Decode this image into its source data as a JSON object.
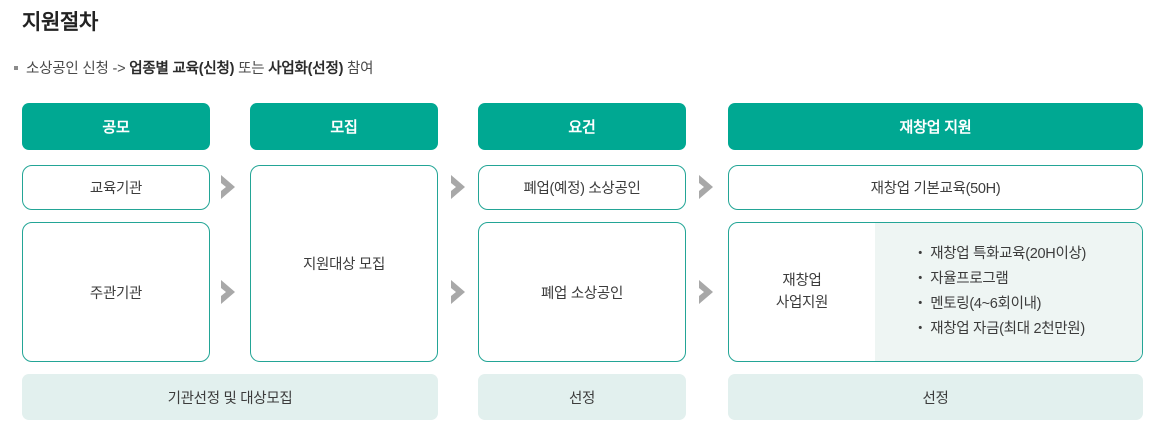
{
  "heading": {
    "title": "지원절차",
    "bullet_icon": "square-bullet-icon",
    "subtitle_part1": "소상공인 신청 -> ",
    "subtitle_strong1": "업종별 교육(신청)",
    "subtitle_part2": " 또는 ",
    "subtitle_strong2": "사업화(선정)",
    "subtitle_part3": " 참여"
  },
  "colors": {
    "teal_header": "#00a892",
    "node_border": "#23a596",
    "footer_bg": "#e2f0ee",
    "panel_bg": "#eef5f3",
    "chevron_gray": "#a8a8a8",
    "text": "#3c3c3c"
  },
  "columns": [
    {
      "header": "공모"
    },
    {
      "header": "모집"
    },
    {
      "header": "요건"
    },
    {
      "header": "재창업 지원"
    }
  ],
  "nodes": {
    "col1_row1": "교육기관",
    "col1_row2": "주관기관",
    "col2_merged": "지원대상 모집",
    "col3_row1": "폐업(예정) 소상공인",
    "col3_row2": "폐업 소상공인",
    "col4_row1": "재창업 기본교육(50H)",
    "col4_row2_label_line1": "재창업",
    "col4_row2_label_line2": "사업지원",
    "col4_row2_items": [
      "재창업 특화교육(20H이상)",
      "자율프로그램",
      "멘토링(4~6회이내)",
      "재창업 자금(최대 2천만원)"
    ],
    "bullet_glyph": "・"
  },
  "footers": [
    {
      "label": "기관선정 및 대상모집"
    },
    {
      "label": "선정"
    },
    {
      "label": "선정"
    }
  ],
  "arrows": {
    "icon": "chevron-right-icon",
    "count": 6
  }
}
